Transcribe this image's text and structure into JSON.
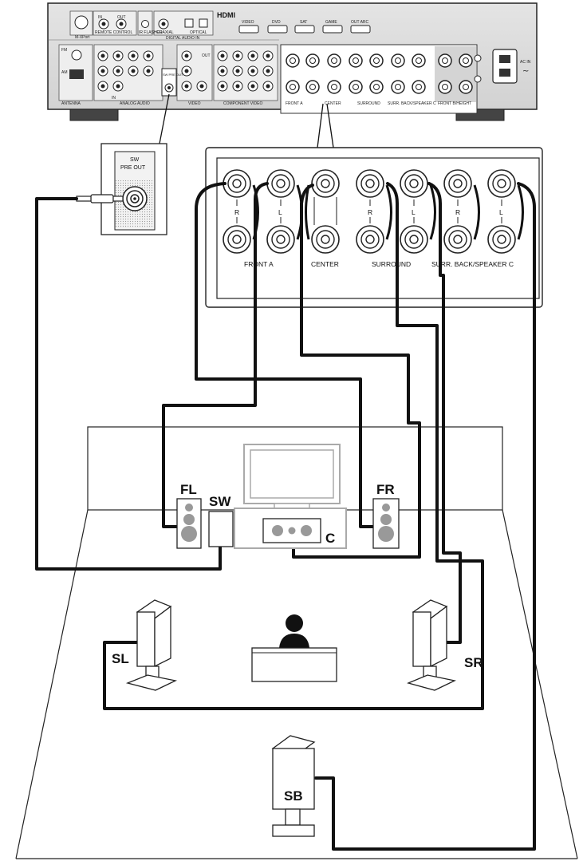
{
  "receiver": {
    "hdmi_logo": "HDMI",
    "remote_labels": [
      "IN",
      "OUT"
    ],
    "remote_control": "REMOTE CONTROL",
    "ir_flasher": "IR FLASHER",
    "m_xport": "M-XPort",
    "coaxial": "COAXIAL",
    "optical": "OPTICAL",
    "digital_audio_in": "DIGITAL AUDIO IN",
    "hdmi_ports": [
      "VIDEO",
      "DVD",
      "SAT",
      "GAME",
      "OUT ARC"
    ],
    "antenna": "ANTENNA",
    "fm": "FM",
    "am": "AM",
    "analog_audio": "ANALOG AUDIO",
    "video": "VIDEO",
    "component_video": "COMPONENT VIDEO",
    "in_label": "IN",
    "out_label": "OUT",
    "sw_pre_out_small": "SW PRE OUT",
    "terminal_labels": [
      "FRONT A",
      "CENTER",
      "SURROUND",
      "SURR. BACK/SPEAKER C",
      "FRONT B/HEIGHT"
    ],
    "ac_in": "AC IN",
    "ac_symbol": "~"
  },
  "callout_sw": {
    "line1": "SW",
    "line2": "PRE OUT"
  },
  "speaker_panel": {
    "channel_marks": [
      "R",
      "L",
      "R",
      "L",
      "R",
      "L"
    ],
    "labels": [
      "FRONT A",
      "CENTER",
      "SURROUND",
      "SURR. BACK/SPEAKER C"
    ]
  },
  "speakers": {
    "fl": "FL",
    "sw": "SW",
    "fr": "FR",
    "c": "C",
    "sl": "SL",
    "sr": "SR",
    "sb": "SB"
  }
}
